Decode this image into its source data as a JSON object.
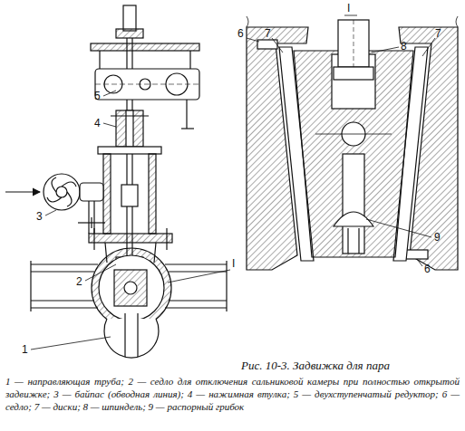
{
  "diagram": {
    "caption": "Рис. 10-3. Задвижка для пара",
    "labels": [
      "5",
      "4",
      "3",
      "2",
      "I",
      "1",
      "I",
      "6",
      "7",
      "8",
      "7",
      "6",
      "9",
      "1 — направляющая труба; 2 — седло для отключения сальниковой камеры при полностью открытой задвижке; 3 — байпас (обводная линия); 4 — нажимная втулка; 5 — двухступенчатый редуктор; 6 — седло; 7 — диски; 8 — шпиндель; 9 — распорный грибок"
    ]
  }
}
